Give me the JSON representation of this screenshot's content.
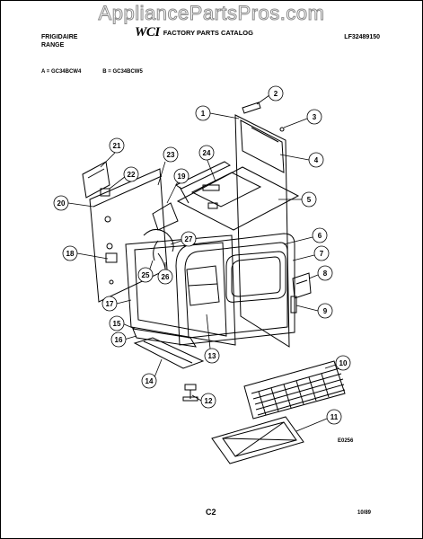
{
  "watermark": "AppliancePartsPros.com",
  "header": {
    "brand_line1": "FRIGIDAIRE",
    "brand_line2": "RANGE",
    "logo": "WCI",
    "catalog_title": "FACTORY PARTS CATALOG",
    "catalog_number": "LF32489150"
  },
  "models": {
    "a": "A = GC34BCW4",
    "b": "B = GC34BCW5"
  },
  "callouts": [
    "1",
    "2",
    "3",
    "4",
    "5",
    "6",
    "7",
    "8",
    "9",
    "10",
    "11",
    "12",
    "13",
    "14",
    "15",
    "16",
    "17",
    "18",
    "19",
    "20",
    "21",
    "22",
    "23",
    "24",
    "25",
    "26",
    "27"
  ],
  "figure_code": "E0256",
  "footer": {
    "page_code": "C2",
    "date": "10/89"
  },
  "colors": {
    "line": "#000000",
    "background": "#ffffff",
    "watermark_stroke": "#8a8a8a"
  }
}
